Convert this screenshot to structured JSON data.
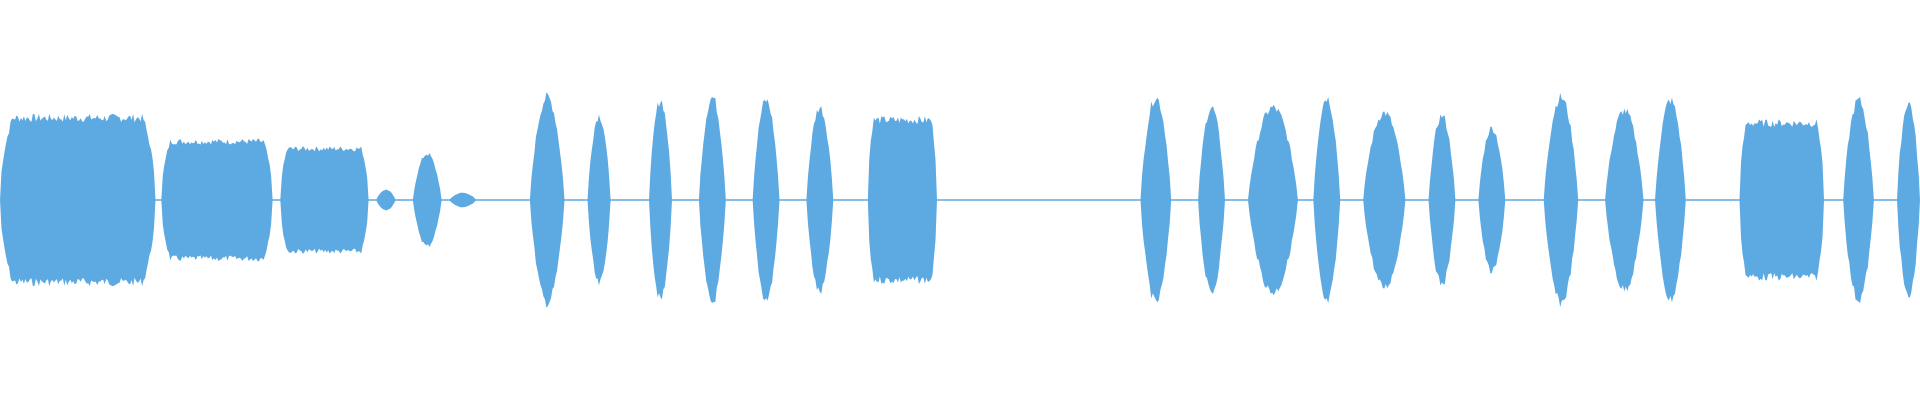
{
  "waveform": {
    "color": "#5DA9E1",
    "background": "#FFFFFF",
    "segments": [
      {
        "shape": "plateau",
        "start": 0.0,
        "end": 0.081,
        "level": 0.8
      },
      {
        "shape": "plateau",
        "start": 0.084,
        "end": 0.142,
        "level": 0.57
      },
      {
        "shape": "plateau",
        "start": 0.146,
        "end": 0.192,
        "level": 0.5
      },
      {
        "shape": "pulse",
        "start": 0.196,
        "end": 0.206,
        "level": 0.1
      },
      {
        "shape": "pulse",
        "start": 0.215,
        "end": 0.23,
        "level": 0.45
      },
      {
        "shape": "pulse",
        "start": 0.234,
        "end": 0.248,
        "level": 0.07
      },
      {
        "shape": "pulse",
        "start": 0.276,
        "end": 0.294,
        "level": 1.0
      },
      {
        "shape": "pulse",
        "start": 0.306,
        "end": 0.318,
        "level": 0.82
      },
      {
        "shape": "pulse",
        "start": 0.338,
        "end": 0.35,
        "level": 0.97
      },
      {
        "shape": "pulse",
        "start": 0.364,
        "end": 0.378,
        "level": 1.0
      },
      {
        "shape": "pulse",
        "start": 0.392,
        "end": 0.406,
        "level": 0.97
      },
      {
        "shape": "pulse",
        "start": 0.42,
        "end": 0.434,
        "level": 0.9
      },
      {
        "shape": "plateau",
        "start": 0.452,
        "end": 0.488,
        "level": 0.78
      },
      {
        "shape": "pulse",
        "start": 0.594,
        "end": 0.61,
        "level": 1.0
      },
      {
        "shape": "pulse",
        "start": 0.624,
        "end": 0.638,
        "level": 0.9
      },
      {
        "shape": "pulse",
        "start": 0.65,
        "end": 0.676,
        "level": 0.9
      },
      {
        "shape": "pulse",
        "start": 0.684,
        "end": 0.698,
        "level": 1.0
      },
      {
        "shape": "pulse",
        "start": 0.71,
        "end": 0.732,
        "level": 0.85
      },
      {
        "shape": "pulse",
        "start": 0.744,
        "end": 0.758,
        "level": 0.82
      },
      {
        "shape": "pulse",
        "start": 0.77,
        "end": 0.784,
        "level": 0.7
      },
      {
        "shape": "pulse",
        "start": 0.804,
        "end": 0.822,
        "level": 1.0
      },
      {
        "shape": "pulse",
        "start": 0.836,
        "end": 0.856,
        "level": 0.87
      },
      {
        "shape": "pulse",
        "start": 0.862,
        "end": 0.878,
        "level": 0.97
      },
      {
        "shape": "plateau",
        "start": 0.906,
        "end": 0.95,
        "level": 0.75
      },
      {
        "shape": "pulse",
        "start": 0.96,
        "end": 0.976,
        "level": 0.97
      },
      {
        "shape": "pulse",
        "start": 0.988,
        "end": 1.0,
        "level": 0.95
      }
    ]
  }
}
